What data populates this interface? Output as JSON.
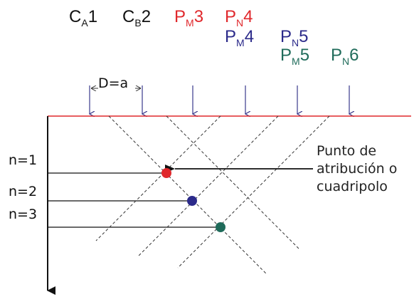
{
  "colors": {
    "black": "#111111",
    "red": "#e0282c",
    "navy": "#2b2a8a",
    "teal": "#1f6b5a",
    "surface": "#e0282c",
    "arrows": "#3a3a8c"
  },
  "electrodes": [
    {
      "main": "C",
      "sub": "A",
      "num": "1",
      "color": "black"
    },
    {
      "main": "C",
      "sub": "B",
      "num": "2",
      "color": "black"
    },
    {
      "main": "P",
      "sub": "M",
      "num": "3",
      "color": "red"
    },
    {
      "main": "P",
      "sub": "N",
      "num": "4",
      "color": "red"
    },
    {
      "main": "P",
      "sub": "M",
      "num": "4",
      "color": "navy"
    },
    {
      "main": "P",
      "sub": "N",
      "num": "5",
      "color": "navy"
    },
    {
      "main": "P",
      "sub": "M",
      "num": "5",
      "color": "teal"
    },
    {
      "main": "P",
      "sub": "N",
      "num": "6",
      "color": "teal"
    }
  ],
  "spacing_label": "D=a",
  "levels": [
    "n=1",
    "n=2",
    "n=3"
  ],
  "annotation": {
    "line1": "Punto de",
    "line2": "atribución o",
    "line3": "cuadripolo"
  },
  "points": [
    {
      "level": "n=1",
      "color": "red"
    },
    {
      "level": "n=2",
      "color": "navy"
    },
    {
      "level": "n=3",
      "color": "teal"
    }
  ]
}
